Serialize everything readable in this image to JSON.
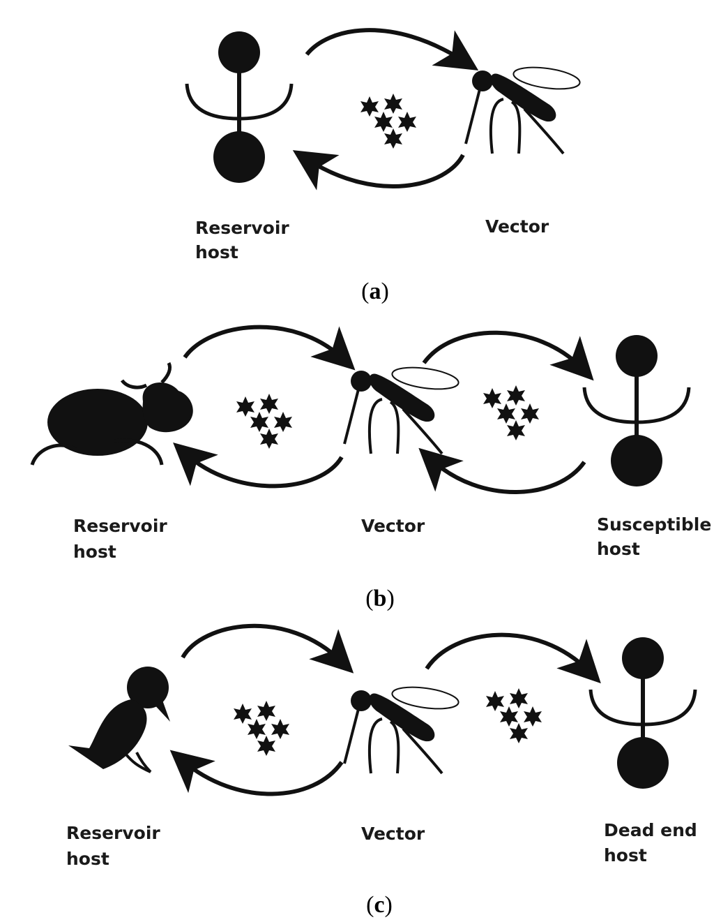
{
  "panels": [
    {
      "letter": "a",
      "labels": {
        "reservoir": [
          "Reservoir",
          "host"
        ],
        "vector": "Vector"
      },
      "icons": [
        "human-icon",
        "mosquito-icon",
        "pathogen-cluster-icon"
      ]
    },
    {
      "letter": "b",
      "labels": {
        "reservoir": [
          "Reservoir",
          "host"
        ],
        "vector": "Vector",
        "other": [
          "Susceptible",
          "host"
        ]
      },
      "icons": [
        "cow-icon",
        "mosquito-icon",
        "human-icon",
        "pathogen-cluster-icon"
      ]
    },
    {
      "letter": "c",
      "labels": {
        "reservoir": [
          "Reservoir",
          "host"
        ],
        "vector": "Vector",
        "other": [
          "Dead end",
          "host"
        ]
      },
      "icons": [
        "bird-icon",
        "mosquito-icon",
        "human-icon",
        "pathogen-cluster-icon"
      ]
    }
  ],
  "caption_open": "(",
  "caption_close": ")"
}
